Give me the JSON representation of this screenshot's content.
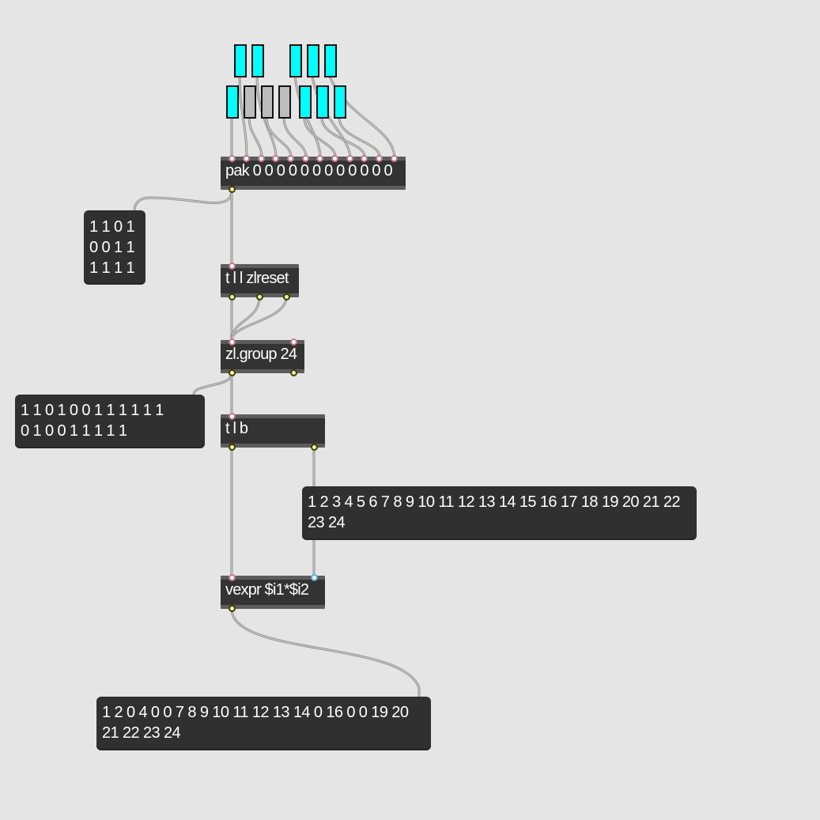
{
  "objects": {
    "pak": "pak 0 0 0 0 0 0 0 0 0 0 0 0",
    "trigger_reset": "t l l zlreset",
    "zl_group": "zl.group 24",
    "trigger_lb": "t l b",
    "vexpr": "vexpr $i1*$i2"
  },
  "messages": {
    "grid_display": [
      "1 1 0 1",
      "0 0 1 1",
      "1 1 1 1"
    ],
    "grouped_list": [
      "1 1 0 1 0 0 1 1 1 1 1 1",
      "0 1 0 0 1 1 1 1 1"
    ],
    "index_list": [
      "1 2 3 4 5 6 7 8 9 10 11 12 13 14 15 16 17 18 19 20 21 22",
      "23 24"
    ],
    "result_list": [
      "1 2 0 4 0 0 7 8 9 10 11 12 13 14 0 16 0 0 19 20",
      "21 22 23 24"
    ]
  },
  "toggles": {
    "top_row": [
      true,
      true,
      true,
      true,
      true
    ],
    "bottom_row": [
      true,
      false,
      false,
      false,
      true,
      true,
      true
    ]
  },
  "colors": {
    "canvas": "#e5e5e5",
    "object_fill": "#333333",
    "toggle_on": "#00ffff",
    "toggle_off": "#bdbdbd",
    "cable": "#8a8a8a"
  }
}
